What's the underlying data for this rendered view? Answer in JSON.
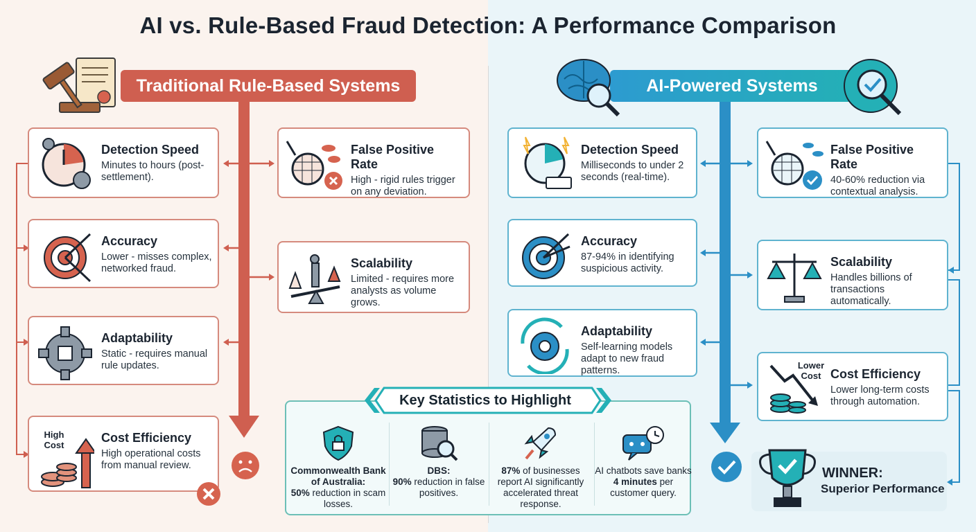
{
  "title": "AI vs. Rule-Based Fraud Detection: A Performance Comparison",
  "colors": {
    "rule": "#cf5f50",
    "ai": "#2d9bd0",
    "teal": "#24b0b6"
  },
  "left": {
    "banner": "Traditional Rule-Based Systems",
    "cards": [
      {
        "icon": "stopwatch-gear-icon",
        "title": "Detection Speed",
        "text": "Minutes to hours (post-settlement)."
      },
      {
        "icon": "target-arrows-icon",
        "title": "Accuracy",
        "text": "Lower - misses complex, networked fraud."
      },
      {
        "icon": "gear-icon",
        "title": "Adaptability",
        "text": "Static - requires manual rule updates."
      },
      {
        "icon": "coins-up-arrow-icon",
        "title": "Cost Efficiency",
        "text": "High operational costs from manual review."
      },
      {
        "icon": "fishing-net-icon",
        "title": "False Positive Rate",
        "text": "High - rigid rules trigger on any deviation."
      },
      {
        "icon": "balance-person-icon",
        "title": "Scalability",
        "text": "Limited - requires more analysts as volume grows."
      }
    ],
    "cost_label": "High Cost"
  },
  "right": {
    "banner": "AI-Powered Systems",
    "cards": [
      {
        "icon": "stopwatch-digital-icon",
        "title": "Detection Speed",
        "text": "Milliseconds to under 2 seconds (real-time)."
      },
      {
        "icon": "target-arrows-icon",
        "title": "Accuracy",
        "text": "87-94% in identifying suspicious activity."
      },
      {
        "icon": "gear-cycle-icon",
        "title": "Adaptability",
        "text": "Self-learning models adapt to new fraud patterns."
      },
      {
        "icon": "fishing-net-icon",
        "title": "False Positive Rate",
        "text": "40-60% reduction via contextual analysis."
      },
      {
        "icon": "scales-icon",
        "title": "Scalability",
        "text": "Handles billions of transactions automatically."
      },
      {
        "icon": "coins-down-arrow-icon",
        "title": "Cost Efficiency",
        "text": "Lower long-term costs through automation."
      }
    ],
    "cost_label": "Lower Cost",
    "winner": {
      "line1": "WINNER:",
      "line2": "Superior Performance"
    }
  },
  "stats": {
    "title": "Key Statistics to Highlight",
    "items": [
      {
        "icon": "shield-lock-icon",
        "bold": "Commonwealth Bank of Australia:",
        "bold2": "50%",
        "rest": " reduction in scam losses."
      },
      {
        "icon": "database-search-icon",
        "bold": "DBS:",
        "bold2": "90%",
        "rest": " reduction in false positives."
      },
      {
        "icon": "rocket-icon",
        "bold": "",
        "bold2": "87%",
        "rest": " of businesses report AI significantly accelerated threat response."
      },
      {
        "icon": "chatbot-clock-icon",
        "bold": "",
        "bold2": "4 minutes",
        "pre": "AI chatbots save banks ",
        "rest": " per customer query."
      }
    ]
  }
}
